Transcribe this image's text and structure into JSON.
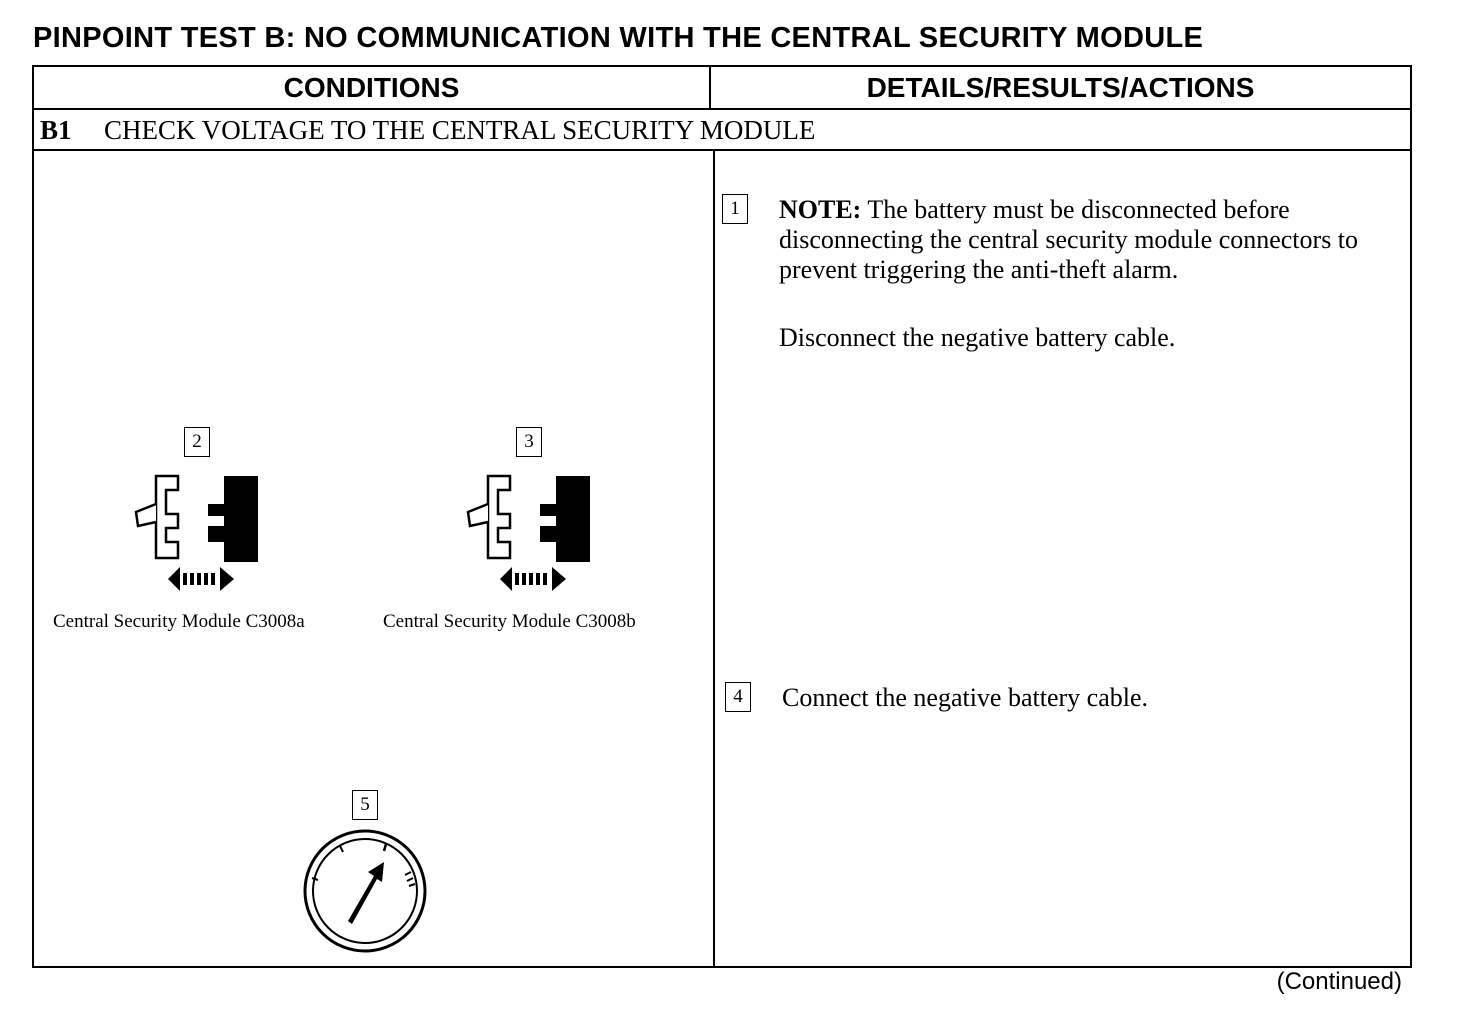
{
  "title": "PINPOINT TEST B: NO COMMUNICATION WITH THE CENTRAL SECURITY MODULE",
  "columns": {
    "conditions": "CONDITIONS",
    "details": "DETAILS/RESULTS/ACTIONS"
  },
  "section": {
    "id": "B1",
    "title": "CHECK VOLTAGE TO THE CENTRAL SECURITY MODULE"
  },
  "conditions": {
    "step2": {
      "number": "2",
      "caption": "Central Security Module C3008a",
      "icon": "connector-disconnect-icon"
    },
    "step3": {
      "number": "3",
      "caption": "Central Security Module C3008b",
      "icon": "connector-disconnect-icon"
    },
    "step5": {
      "number": "5",
      "icon": "ignition-switch-icon"
    }
  },
  "actions": {
    "step1": {
      "number": "1",
      "note_label": "NOTE:",
      "note_text": "The battery must be disconnected before disconnecting the central security module connectors to prevent triggering the anti-theft alarm.",
      "instruction": "Disconnect the negative battery cable."
    },
    "step4": {
      "number": "4",
      "instruction": "Connect the negative battery cable."
    }
  },
  "footer": "(Continued)"
}
